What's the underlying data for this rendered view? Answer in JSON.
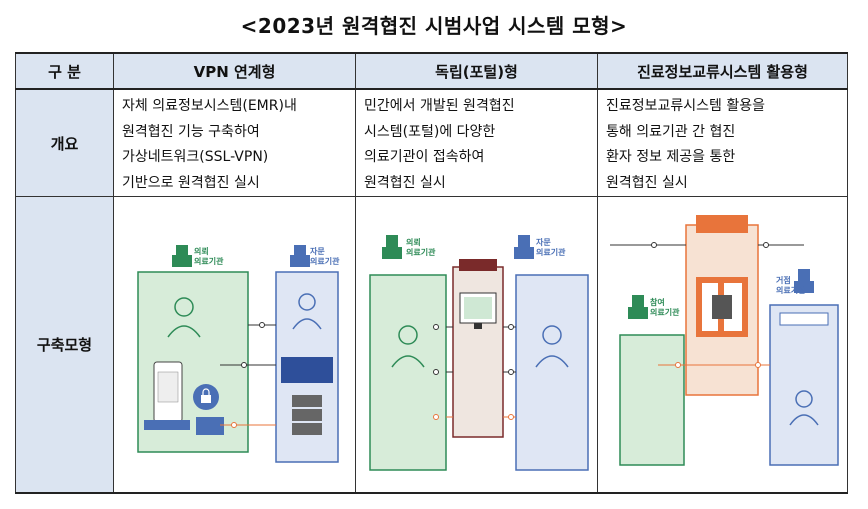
{
  "title": "<2023년 원격협진 시범사업 시스템 모형>",
  "header": {
    "category": "구 분",
    "col1": "VPN 연계형",
    "col2": "독립(포털)형",
    "col3": "진료정보교류시스템 활용형"
  },
  "rows": {
    "overview_label": "개요",
    "model_label": "구축모형"
  },
  "overview": {
    "col1": [
      "자체 의료정보시스템(EMR)내",
      "원격협진 기능 구축하여",
      "가상네트워크(SSL-VPN)",
      "기반으로 원격협진 실시"
    ],
    "col2": [
      "민간에서 개발된 원격협진",
      "시스템(포털)에 다양한",
      "의료기관이 접속하여",
      "원격협진 실시"
    ],
    "col3": [
      "진료정보교류시스템 활용을",
      "통해 의료기관 간 협진",
      "환자 정보 제공을 통한",
      "원격협진 실시"
    ]
  },
  "diagram": {
    "d1": {
      "req_inst": "의뢰\n의료기관",
      "remote_inst": "자문\n의료기관"
    },
    "d2": {
      "req_inst": "의뢰\n의료기관",
      "remote_inst": "자문\n의료기관"
    },
    "d3": {
      "req_inst": "참여\n의료기관",
      "remote_inst": "거점\n의료기관"
    }
  },
  "colors": {
    "header_bg": "#dbe4f1",
    "green": "#2e8b57",
    "green_light": "#d7ecd9",
    "blue": "#4a6fb5",
    "blue_light": "#dfe6f4",
    "maroon": "#7a2a2a",
    "orange": "#e8743b"
  }
}
